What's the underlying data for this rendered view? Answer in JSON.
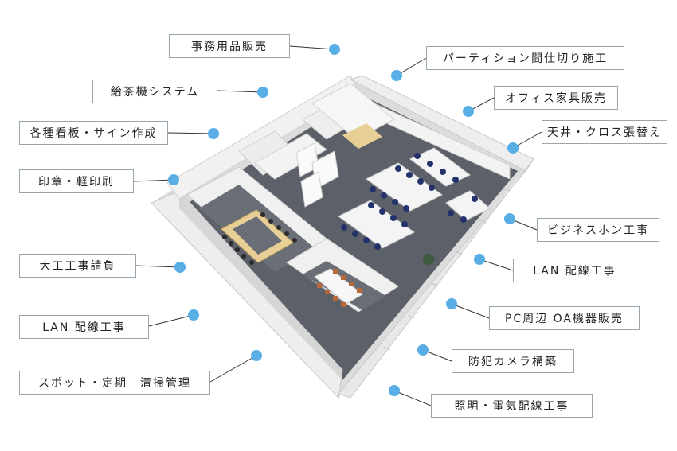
{
  "callouts": {
    "office_supplies": "事務用品販売",
    "tea_system": "給茶機システム",
    "signage": "各種看板・サイン作成",
    "stamps": "印章・軽印刷",
    "carpentry": "大工工事請負",
    "lan_left": "LAN 配線工事",
    "cleaning": "スポット・定期　清掃管理",
    "partition": "パーティション間仕切り施工",
    "furniture": "オフィス家具販売",
    "ceiling": "天井・クロス張替え",
    "business_phone": "ビジネスホン工事",
    "lan_right": "LAN 配線工事",
    "pc_oa": "PC周辺 OA機器販売",
    "camera": "防犯カメラ構築",
    "lighting": "照明・電気配線工事"
  },
  "colors": {
    "dot": "#5aaee6",
    "label_border": "#9aa6ad",
    "carpet": "#5c6068",
    "wall": "#e9eaea",
    "desk": "#f4f4f4",
    "chair": "#23326b",
    "conference_table": "#e8cf96"
  }
}
